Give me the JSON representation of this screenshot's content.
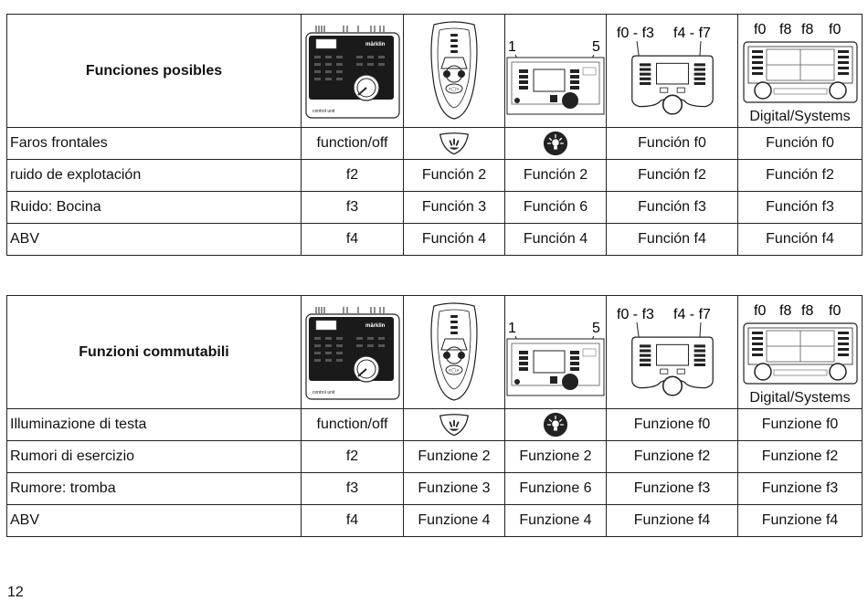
{
  "tables": [
    {
      "title": "Funciones posibles",
      "device_labels": {
        "cs1_left": "1",
        "cs1_right": "5",
        "ms_left": "f0 - f3",
        "ms_right": "f4 - f7",
        "cs2_f0a": "f0",
        "cs2_f8a": "f8",
        "cs2_f8b": "f8",
        "cs2_f0b": "f0",
        "cs2_name": "Digital/Systems"
      },
      "rows": [
        {
          "label": "Faros frontales",
          "cu": "function/off",
          "mob": "",
          "cs1": "",
          "ms": "Función f0",
          "cs2": "Función f0"
        },
        {
          "label": "ruido de explotación",
          "cu": "f2",
          "mob": "Función 2",
          "cs1": "Función 2",
          "ms": "Función f2",
          "cs2": "Función f2"
        },
        {
          "label": "Ruido: Bocina",
          "cu": "f3",
          "mob": "Función 3",
          "cs1": "Función 6",
          "ms": "Función f3",
          "cs2": "Función f3"
        },
        {
          "label": "ABV",
          "cu": "f4",
          "mob": "Función 4",
          "cs1": "Función 4",
          "ms": "Función f4",
          "cs2": "Función f4"
        }
      ]
    },
    {
      "title": "Funzioni commutabili",
      "device_labels": {
        "cs1_left": "1",
        "cs1_right": "5",
        "ms_left": "f0 - f3",
        "ms_right": "f4 - f7",
        "cs2_f0a": "f0",
        "cs2_f8a": "f8",
        "cs2_f8b": "f8",
        "cs2_f0b": "f0",
        "cs2_name": "Digital/Systems"
      },
      "rows": [
        {
          "label": "Illuminazione di testa",
          "cu": "function/off",
          "mob": "",
          "cs1": "",
          "ms": "Funzione f0",
          "cs2": "Funzione f0"
        },
        {
          "label": "Rumori di esercizio",
          "cu": "f2",
          "mob": "Funzione 2",
          "cs1": "Funzione 2",
          "ms": "Funzione f2",
          "cs2": "Funzione f2"
        },
        {
          "label": "Rumore: tromba",
          "cu": "f3",
          "mob": "Funzione 3",
          "cs1": "Funzione 6",
          "ms": "Funzione f3",
          "cs2": "Funzione f3"
        },
        {
          "label": "ABV",
          "cu": "f4",
          "mob": "Funzione 4",
          "cs1": "Funzione 4",
          "ms": "Funzione f4",
          "cs2": "Funzione f4"
        }
      ]
    }
  ],
  "page_number": "12",
  "icons": {
    "mobile_light": "headlight-button-icon",
    "cs1_light": "light-bulb-icon"
  }
}
